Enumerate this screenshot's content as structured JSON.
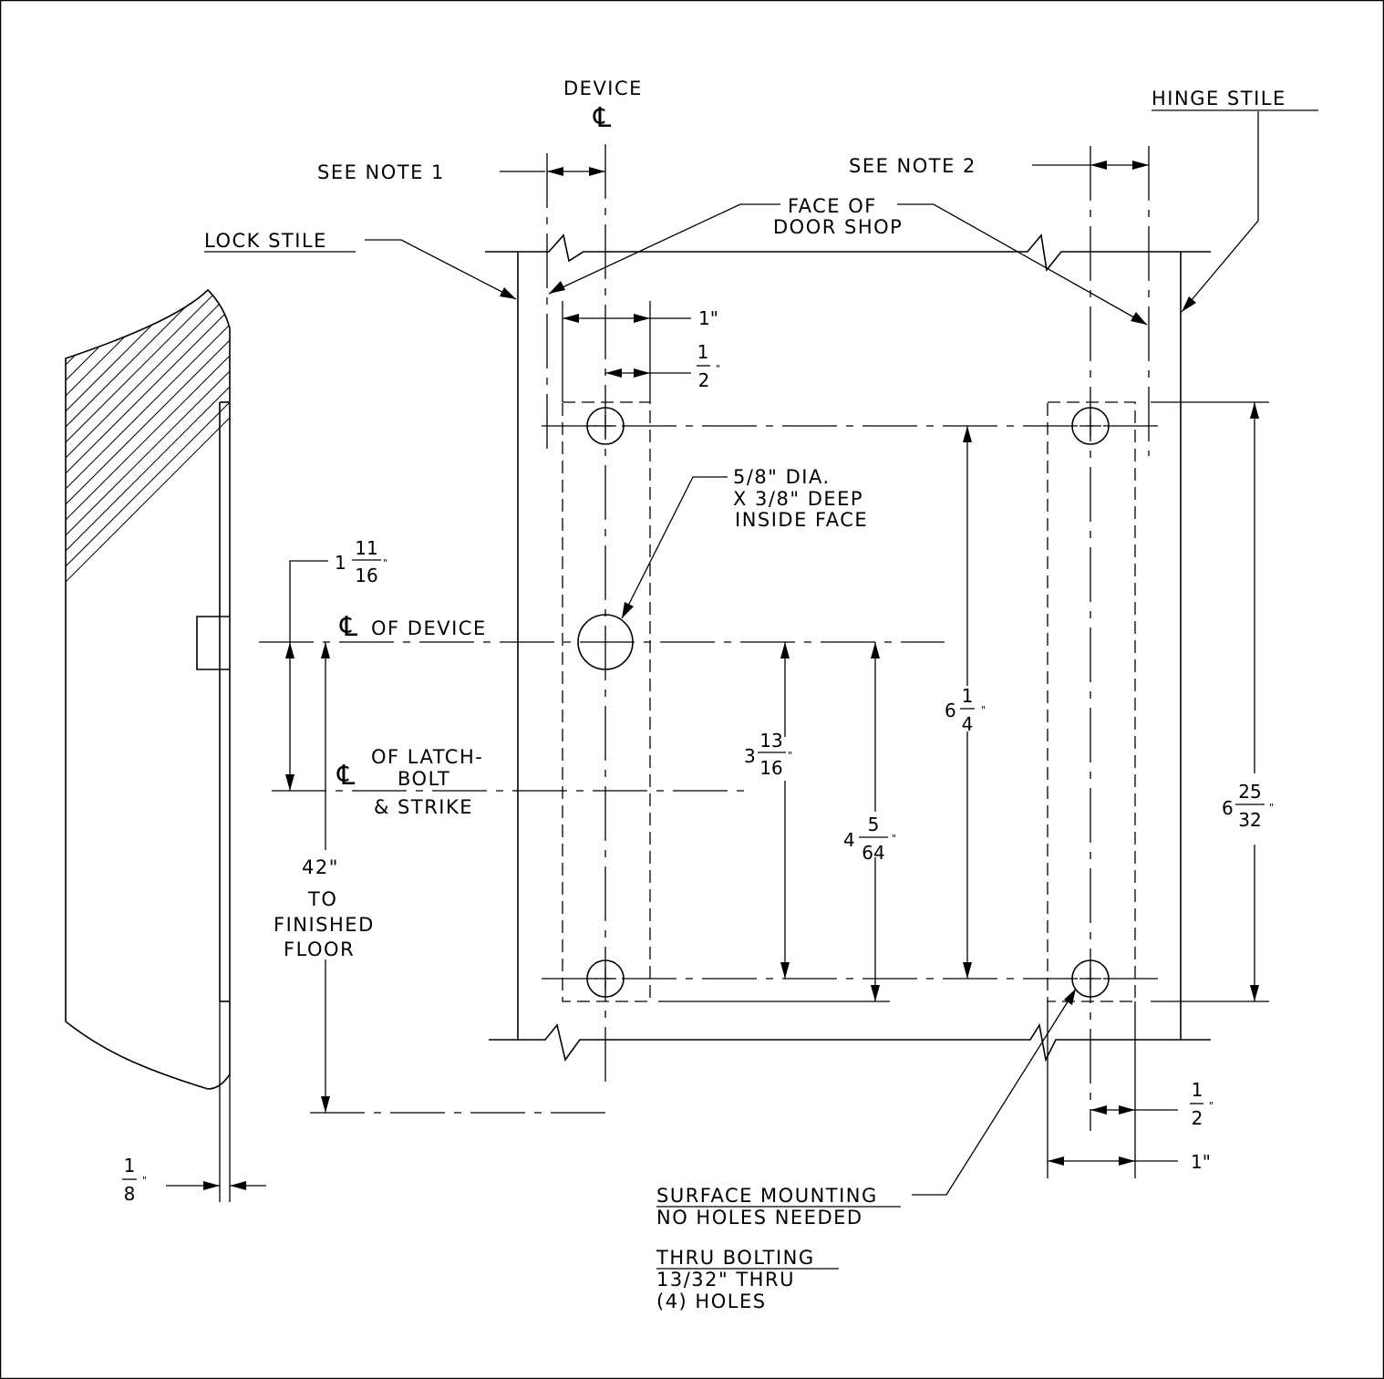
{
  "labels": {
    "device": "DEVICE",
    "centerline_symbol": "℄",
    "hinge_stile": "HINGE STILE",
    "see_note_1": "SEE NOTE 1",
    "see_note_2": "SEE NOTE 2",
    "face_of_door_line1": "FACE OF",
    "face_of_door_line2": "DOOR SHOP",
    "lock_stile": "LOCK STILE",
    "hole_note_line1": "5/8\" DIA.",
    "hole_note_line2": "X 3/8\" DEEP",
    "hole_note_line3": "INSIDE FACE",
    "of_device": "OF DEVICE",
    "of_latch_line1": "OF LATCH-",
    "of_latch_line2": "BOLT",
    "of_latch_line3": "& STRIKE",
    "height_value": "42\"",
    "height_line1": "TO",
    "height_line2": "FINISHED",
    "height_line3": "FLOOR",
    "surface_mounting": "SURFACE MOUNTING",
    "no_holes_needed": "NO HOLES NEEDED",
    "thru_bolting": "THRU BOLTING",
    "thru_size": "13/32\" THRU",
    "hole_count": "(4) HOLES"
  },
  "dimensions": {
    "top_one_inch": "1\"",
    "bottom_one_inch": "1\"",
    "inch_mark": "\"",
    "half_top": {
      "num": "1",
      "den": "2"
    },
    "half_bottom": {
      "num": "1",
      "den": "2"
    },
    "eighth": {
      "num": "1",
      "den": "8"
    },
    "latch_offset": {
      "whole": "1",
      "num": "11",
      "den": "16"
    },
    "dim_3_13_16": {
      "whole": "3",
      "num": "13",
      "den": "16"
    },
    "dim_4_5_64": {
      "whole": "4",
      "num": "5",
      "den": "64"
    },
    "dim_6_1_4": {
      "whole": "6",
      "num": "1",
      "den": "4"
    },
    "dim_6_25_32": {
      "whole": "6",
      "num": "25",
      "den": "32"
    }
  }
}
